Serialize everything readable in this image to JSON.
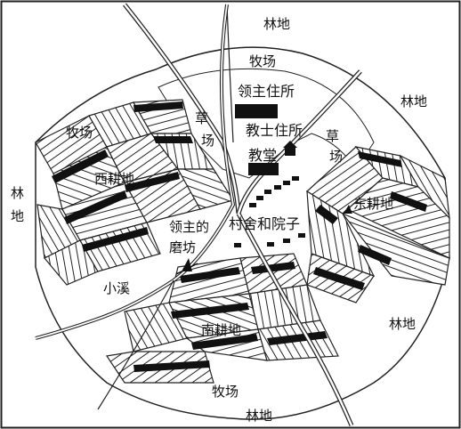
{
  "labels": {
    "woodland_top": "林地",
    "woodland_right": "林地",
    "woodland_left": "林地",
    "woodland_bottom_right": "林地",
    "woodland_bottom": "林地",
    "pasture_top": "牧场",
    "pasture_left": "牧场",
    "pasture_bottom": "牧场",
    "meadow_left": "草场",
    "meadow_right": "草场",
    "lord_manor": "领主住所",
    "priest_house": "教士住所",
    "church": "教堂",
    "village": "村舍和院子",
    "west_field": "西耕地",
    "east_field": "东耕地",
    "south_field": "南耕地",
    "lord_mill": "领主的磨坊",
    "stream": "小溪"
  }
}
